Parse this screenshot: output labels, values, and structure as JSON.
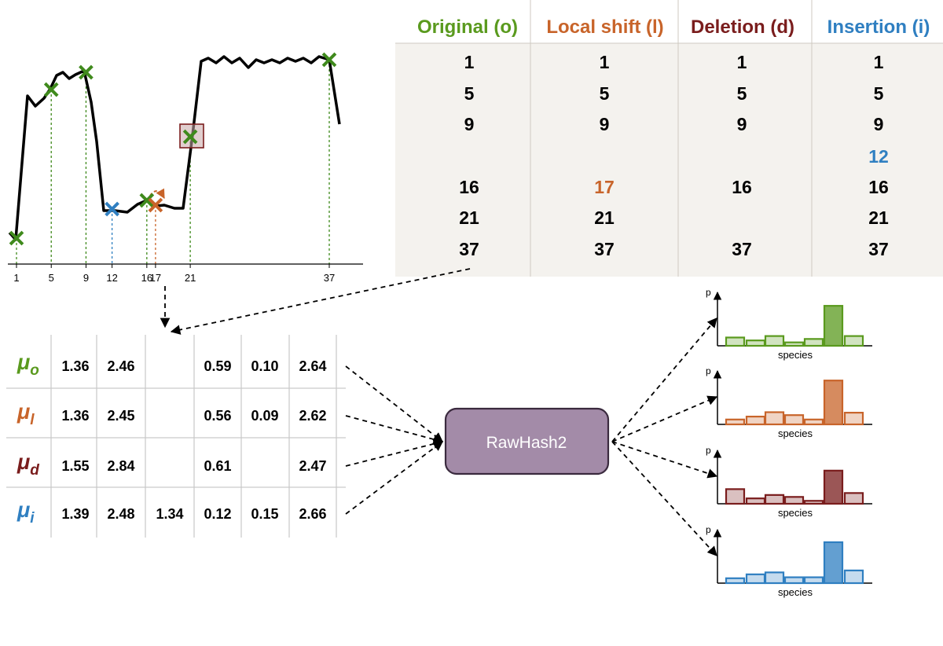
{
  "colors": {
    "original": "#5a9a1e",
    "local_shift": "#c8642a",
    "deletion": "#7a1d1d",
    "insertion": "#2f7fc1",
    "signal": "#000000",
    "box_fill": "#a38ba8",
    "box_stroke": "#3a2a3e",
    "panel_bg": "#f4f2ee"
  },
  "signal_plot": {
    "x_ticks": [
      "1",
      "5",
      "9",
      "12",
      "16",
      "17",
      "21",
      "37"
    ],
    "events_original": [
      "1",
      "5",
      "9",
      "16",
      "21",
      "37"
    ],
    "event_insertion": "12",
    "event_local_shift": "17",
    "highlighted_event": "21"
  },
  "event_table": {
    "columns": [
      {
        "key": "original",
        "header": "Original (o)",
        "cells": [
          "1",
          "5",
          "9",
          "",
          "16",
          "21",
          "37"
        ]
      },
      {
        "key": "local_shift",
        "header": "Local shift (l)",
        "cells": [
          "1",
          "5",
          "9",
          "",
          "17",
          "21",
          "37"
        ]
      },
      {
        "key": "deletion",
        "header": "Deletion (d)",
        "cells": [
          "1",
          "5",
          "9",
          "",
          "16",
          "",
          "37"
        ]
      },
      {
        "key": "insertion",
        "header": "Insertion (i)",
        "cells": [
          "1",
          "5",
          "9",
          "12",
          "16",
          "21",
          "37"
        ]
      }
    ],
    "highlight": [
      {
        "column": "local_shift",
        "row": 4
      },
      {
        "column": "insertion",
        "row": 3
      }
    ]
  },
  "mean_table": {
    "rows": [
      {
        "key": "original",
        "symbol": "μ",
        "subscript": "o",
        "values": [
          "1.36",
          "2.46",
          "",
          "0.59",
          "0.10",
          "2.64"
        ]
      },
      {
        "key": "local_shift",
        "symbol": "μ",
        "subscript": "l",
        "values": [
          "1.36",
          "2.45",
          "",
          "0.56",
          "0.09",
          "2.62"
        ]
      },
      {
        "key": "deletion",
        "symbol": "μ",
        "subscript": "d",
        "values": [
          "1.55",
          "2.84",
          "",
          "0.61",
          "",
          "2.47"
        ]
      },
      {
        "key": "insertion",
        "symbol": "μ",
        "subscript": "i",
        "values": [
          "1.39",
          "2.48",
          "1.34",
          "0.12",
          "0.15",
          "2.66"
        ]
      }
    ]
  },
  "tool": {
    "label": "RawHash2"
  },
  "histograms": [
    {
      "key": "original",
      "ylabel": "p",
      "xlabel": "species",
      "values": [
        0.17,
        0.11,
        0.2,
        0.07,
        0.14,
        0.82,
        0.2
      ]
    },
    {
      "key": "local_shift",
      "ylabel": "p",
      "xlabel": "species",
      "values": [
        0.1,
        0.16,
        0.25,
        0.19,
        0.1,
        0.9,
        0.24
      ]
    },
    {
      "key": "deletion",
      "ylabel": "p",
      "xlabel": "species",
      "values": [
        0.3,
        0.11,
        0.18,
        0.14,
        0.06,
        0.68,
        0.22
      ]
    },
    {
      "key": "insertion",
      "ylabel": "p",
      "xlabel": "species",
      "values": [
        0.1,
        0.18,
        0.22,
        0.12,
        0.12,
        0.84,
        0.26
      ]
    }
  ]
}
